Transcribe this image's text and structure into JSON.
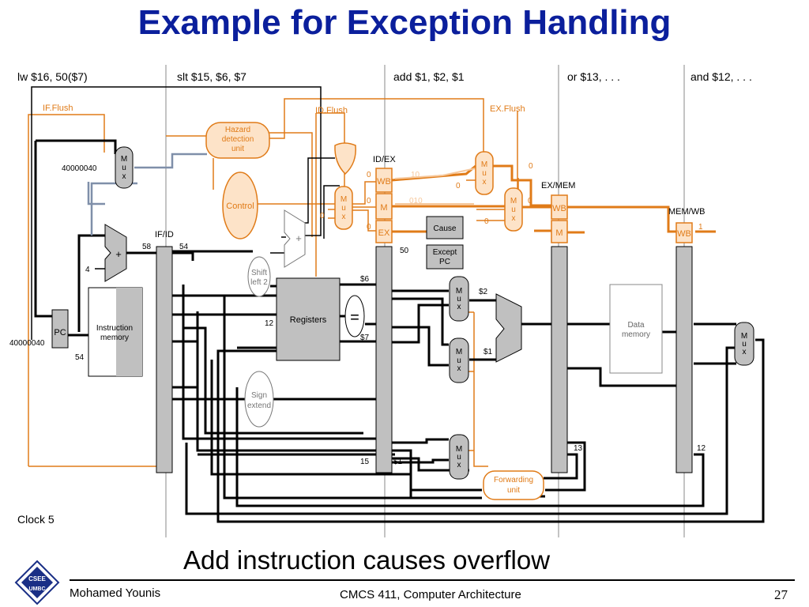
{
  "slide": {
    "title": "Example for Exception Handling",
    "subtitle": "Add instruction causes overflow",
    "author": "Mohamed Younis",
    "course": "CMCS 411, Computer Architecture",
    "page": "27"
  },
  "logo": {
    "line1": "CSEE",
    "line2": "UMBC"
  },
  "instructions": [
    "lw $16, 50($7)",
    "slt $15, $6, $7",
    "add $1, $2, $1",
    "or $13, . . .",
    "and $12, . . ."
  ],
  "clock": "Clock 5",
  "colors": {
    "title": "#0b1f9c",
    "accent": "#e07b18",
    "fill_accent": "#fde3c8",
    "gray": "#c0c0c0"
  },
  "labels": {
    "if_flush": "IF.Flush",
    "id_flush": "ID.Flush",
    "ex_flush": "EX.Flush",
    "hazard": [
      "Hazard",
      "detection",
      "unit"
    ],
    "control": "Control",
    "mux_letters": [
      "M",
      "u",
      "x"
    ],
    "pc": "PC",
    "inst_mem": [
      "Instruction",
      "memory"
    ],
    "registers": "Registers",
    "shift": [
      "Shift",
      "left 2"
    ],
    "sign": [
      "Sign",
      "extend"
    ],
    "data_mem": [
      "Data",
      "memory"
    ],
    "forwarding": [
      "Forwarding",
      "unit"
    ],
    "cause": "Cause",
    "except_pc": [
      "Except",
      "PC"
    ],
    "if_id": "IF/ID",
    "id_ex": "ID/EX",
    "ex_mem": "EX/MEM",
    "mem_wb": "MEM/WB",
    "wb": "WB",
    "m": "M",
    "ex": "EX",
    "equals": "=",
    "plus": "+"
  },
  "values": {
    "addr_top": "40000040",
    "addr_pc": "40000040",
    "four": "4",
    "v58": "58",
    "v54a": "54",
    "v54b": "54",
    "v50": "50",
    "r6": "$6",
    "r7": "$7",
    "r12": "12",
    "r2": "$2",
    "r1a": "$1",
    "r1b": "$1",
    "v15": "15",
    "v13": "13",
    "v12": "12",
    "wb_10": "10",
    "m_010": "010",
    "z1": "0",
    "z2": "0",
    "z3": "0",
    "z4": "0",
    "z5": "0",
    "z6": "0",
    "z7": "0",
    "z8": "0",
    "one": "1"
  }
}
